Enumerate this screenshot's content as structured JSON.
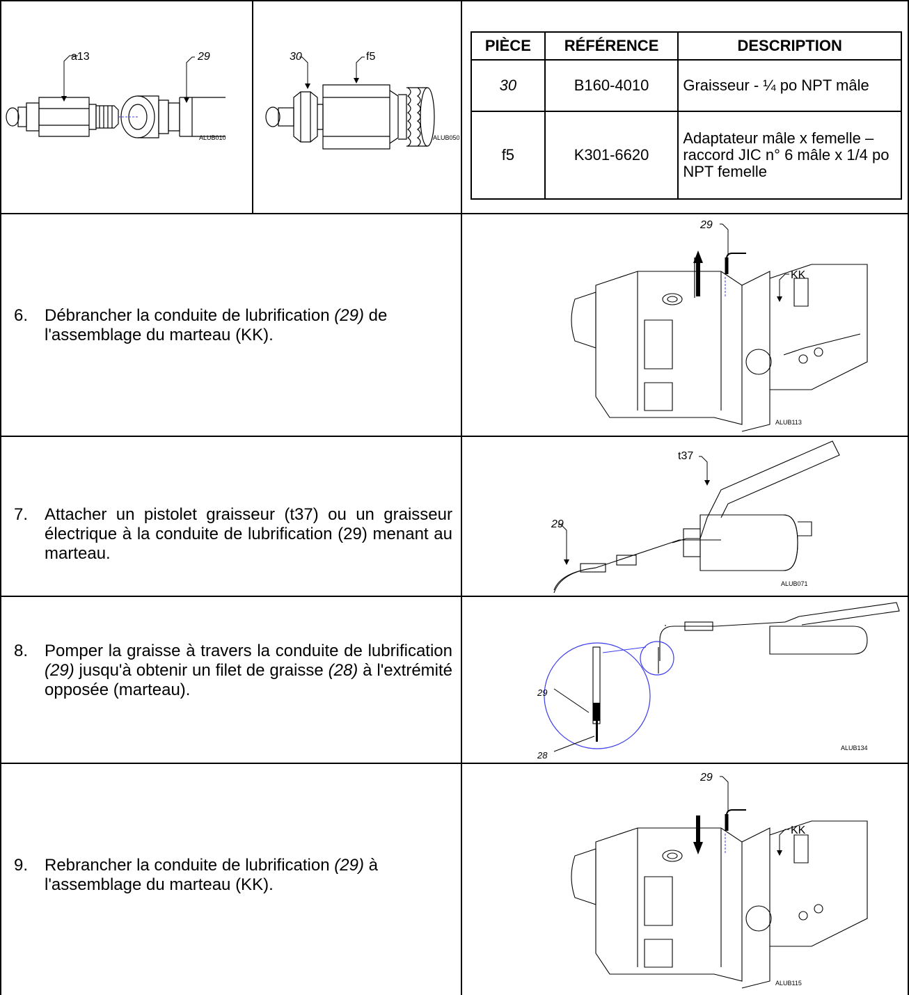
{
  "figures": {
    "alub010": {
      "code": "ALUB010",
      "labels": [
        "a13",
        "29"
      ]
    },
    "alub050": {
      "code": "ALUB050",
      "labels": [
        "30",
        "f5"
      ]
    },
    "alub113": {
      "code": "ALUB113",
      "labels": [
        "29",
        "KK"
      ]
    },
    "alub071": {
      "code": "ALUB071",
      "labels": [
        "t37",
        "29"
      ]
    },
    "alub134": {
      "code": "ALUB134",
      "labels": [
        "29",
        "28"
      ]
    },
    "alub115": {
      "code": "ALUB115",
      "labels": [
        "29",
        "KK"
      ]
    }
  },
  "parts_table": {
    "headers": [
      "PIÈCE",
      "RÉFÉRENCE",
      "DESCRIPTION"
    ],
    "rows": [
      {
        "piece": "30",
        "reference": "B160-4010",
        "description": "Graisseur - ¼ po NPT mâle"
      },
      {
        "piece": "f5",
        "reference": "K301-6620",
        "description": "Adaptateur mâle x femelle – raccord JIC n° 6 mâle x 1/4 po NPT femelle"
      }
    ]
  },
  "steps": [
    {
      "number": "6.",
      "parts": [
        "Débrancher la conduite de lubrification ",
        "(29)",
        " de l'assemblage du marteau (KK)."
      ]
    },
    {
      "number": "7.",
      "parts": [
        "Attacher un pistolet graisseur (t37) ou un graisseur électrique à la conduite de lubrification (29) menant au marteau."
      ]
    },
    {
      "number": "8.",
      "parts": [
        "Pomper la graisse à travers la conduite de lubrification ",
        "(29)",
        " jusqu'à obtenir un filet de graisse ",
        "(28)",
        " à l'extrémité opposée (marteau)."
      ]
    },
    {
      "number": "9.",
      "parts": [
        "Rebrancher la conduite de lubrification ",
        "(29)",
        " à l'assemblage du marteau (KK)."
      ]
    }
  ]
}
